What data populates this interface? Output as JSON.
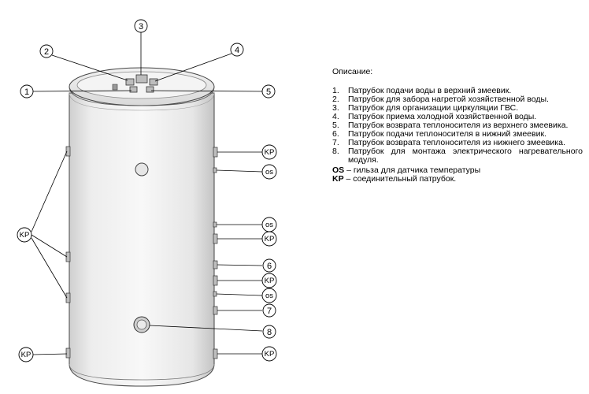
{
  "callouts": {
    "c1": "1",
    "c2": "2",
    "c3": "3",
    "c4": "4",
    "c5": "5",
    "c6": "6",
    "c7": "7",
    "c8": "8",
    "kp": "KP",
    "os": "os"
  },
  "description": {
    "title": "Описание:",
    "items": [
      {
        "num": "1.",
        "text": "Патрубок подачи воды в верхний змеевик."
      },
      {
        "num": "2.",
        "text": "Патрубок для забора нагретой хозяйственной воды."
      },
      {
        "num": "3.",
        "text": "Патрубок для организации циркуляции ГВС."
      },
      {
        "num": "4.",
        "text": "Патрубок приема холодной хозяйственной воды."
      },
      {
        "num": "5.",
        "text": "Патрубок возврата теплоносителя из верхнего змеевика."
      },
      {
        "num": "6.",
        "text": "Патрубок подачи теплоносителя в нижний змеевик."
      },
      {
        "num": "7.",
        "text": "Патрубок возврата теплоносителя из нижнего змеевика."
      },
      {
        "num": "8.",
        "text": "Патрубок для монтажа электрического нагревательного модуля."
      }
    ],
    "legend": [
      {
        "abbr": "OS",
        "text": " – гильза для датчика температуры"
      },
      {
        "abbr": "KP",
        "text": " – соединительный патрубок."
      }
    ]
  }
}
